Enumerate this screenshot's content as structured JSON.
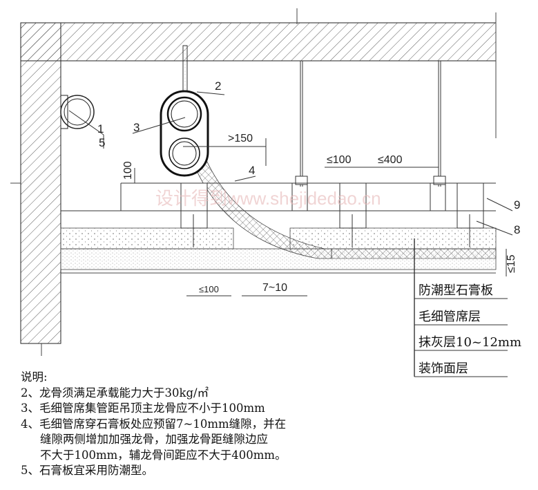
{
  "drawing": {
    "callouts": [
      "1",
      "2",
      "3",
      "4",
      "5",
      "8",
      "9"
    ],
    "dimensions": {
      "pipe_offset": ">150",
      "clamp_gap": "100",
      "keel_edge": "≤100",
      "keel_spacing": "≤400",
      "bottom_edge": "≤100",
      "gap": "7~10",
      "layer_thickness": "≤15"
    },
    "layers": [
      "防潮型石膏板",
      "毛细管席层",
      "抹灰层10~12mm",
      "装饰面层"
    ],
    "watermark": "设计得到www.shejidedao.cn"
  },
  "notes": {
    "title": "说明:",
    "items": [
      "2、龙骨须满足承载能力大于30kg/㎡",
      "3、毛细管席集管距吊顶主龙骨应不小于100mm",
      "4、毛细管席穿石膏板处应预留7~10mm缝隙，并在",
      "缝隙两侧增加加强龙骨，加强龙骨距缝隙边应",
      "不大于100mm，辅龙骨间距应不大于400mm。",
      "5、石膏板宜采用防潮型。"
    ]
  }
}
